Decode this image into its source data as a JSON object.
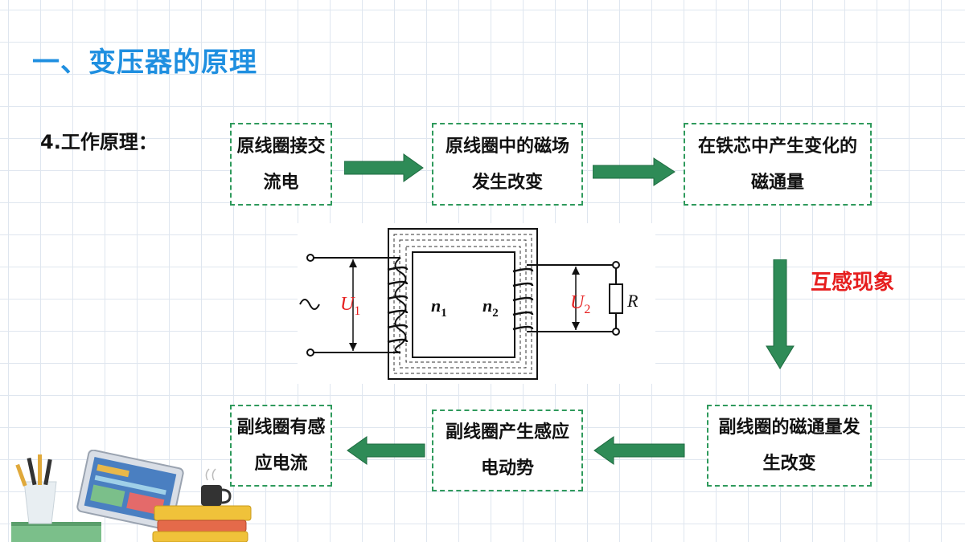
{
  "title": "一、变压器的原理",
  "subtitle": "4.工作原理：",
  "flow": {
    "step1": "原线圈接交流电",
    "step2": "原线圈中的磁场发生改变",
    "step3": "在铁芯中产生变化的磁通量",
    "step4": "副线圈的磁通量发生改变",
    "step5": "副线圈产生感应电动势",
    "step6": "副线圈有感应电流"
  },
  "mutual_label": "互感现象",
  "circuit": {
    "u1": "U",
    "u1_sub": "1",
    "u2": "U",
    "u2_sub": "2",
    "n1": "n",
    "n1_sub": "1",
    "n2": "n",
    "n2_sub": "2",
    "r": "R",
    "ac_symbol": "~"
  },
  "colors": {
    "title": "#1f8fe0",
    "arrow": "#2e8b57",
    "box_border": "#2f9a5c",
    "mutual": "#e61e1e",
    "voltage": "#e61e1e"
  }
}
